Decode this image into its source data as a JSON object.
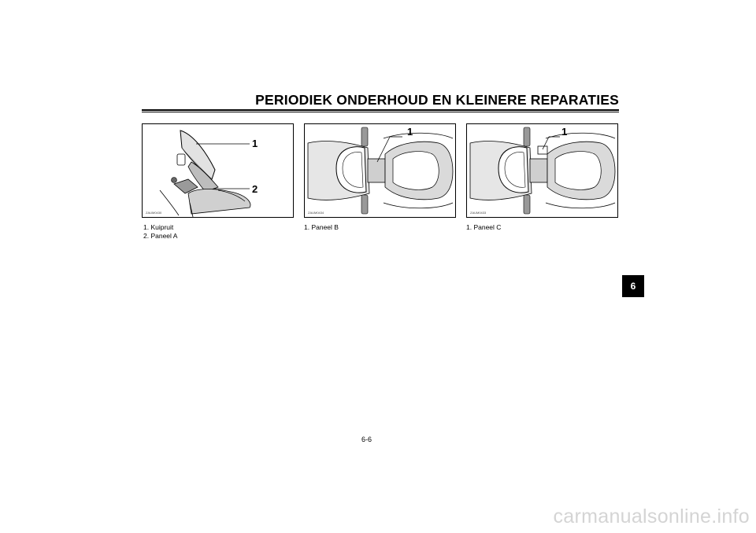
{
  "header": {
    "title": "PERIODIEK ONDERHOUD EN KLEINERE REPARATIES"
  },
  "figures": [
    {
      "code": "ZAUM0430",
      "callouts": [
        "1",
        "2"
      ],
      "captions": [
        "1.  Kuipruit",
        "2.  Paneel A"
      ]
    },
    {
      "code": "ZAUM0434",
      "callouts": [
        "1"
      ],
      "captions": [
        "1.  Paneel B"
      ]
    },
    {
      "code": "ZAUM0433",
      "callouts": [
        "1"
      ],
      "captions": [
        "1.  Paneel C"
      ]
    }
  ],
  "chapter_tab": "6",
  "page_number": "6-6",
  "watermark": "carmanualsonline.info"
}
